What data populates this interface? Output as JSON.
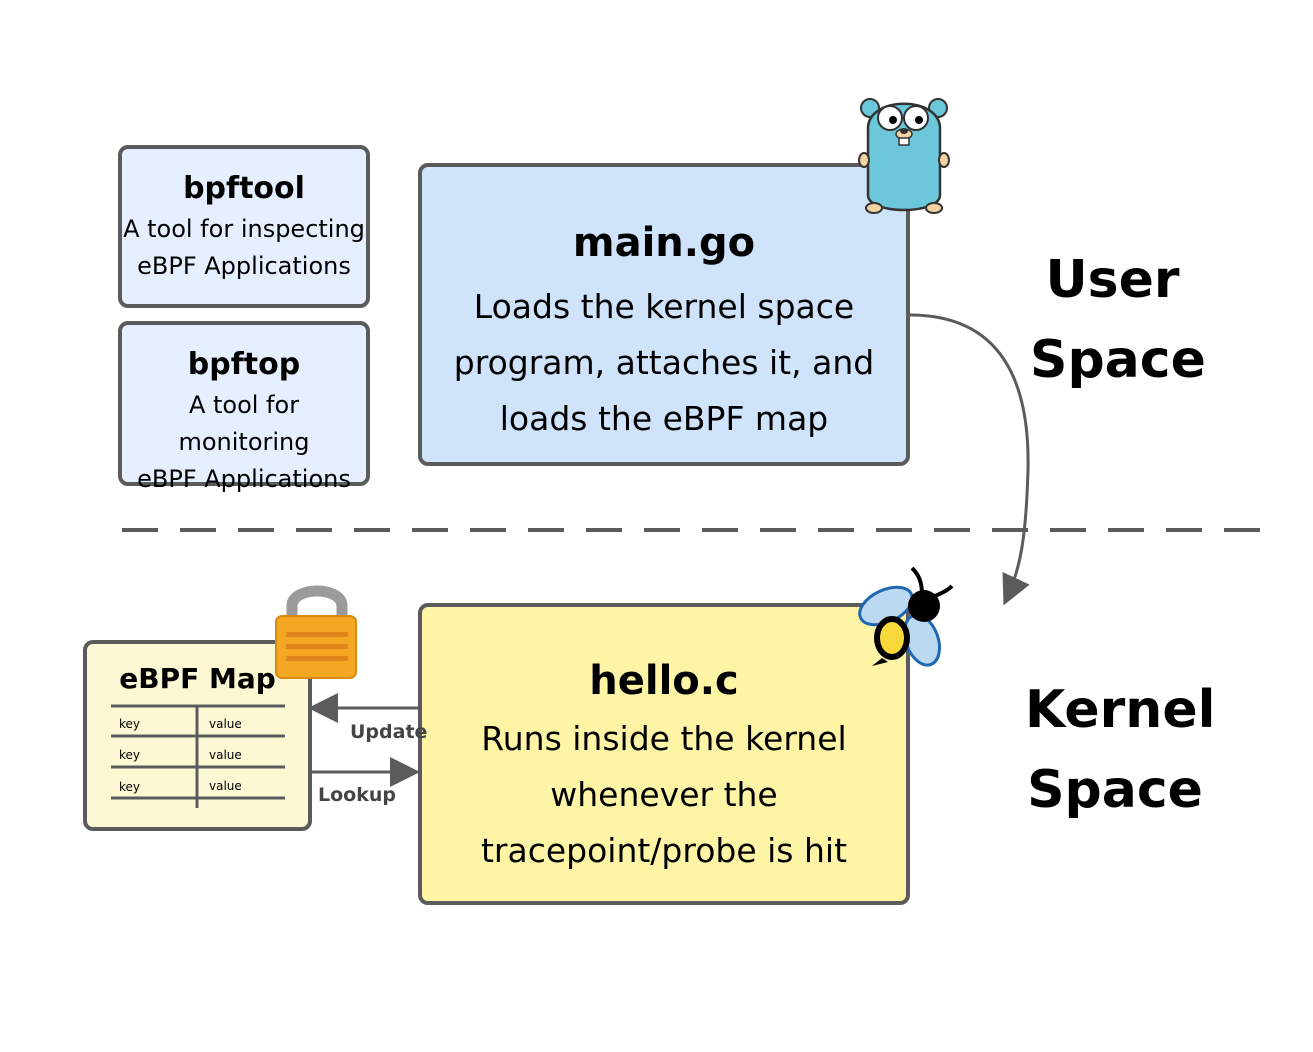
{
  "tools": [
    {
      "title": "bpftool",
      "line1": "A tool for inspecting",
      "line2": "eBPF Applications"
    },
    {
      "title": "bpftop",
      "line1": "A tool for monitoring",
      "line2": "eBPF Applications"
    }
  ],
  "main": {
    "title": "main.go",
    "line1": "Loads the kernel space",
    "line2": "program, attaches it, and",
    "line3": "loads the eBPF map"
  },
  "hello": {
    "title": "hello.c",
    "line1": "Runs inside the kernel",
    "line2": "whenever the",
    "line3": "tracepoint/probe is hit"
  },
  "spaces": {
    "user1": "User",
    "user2": "Space",
    "kernel1": "Kernel",
    "kernel2": "Space"
  },
  "map": {
    "title": "eBPF Map",
    "rows": [
      {
        "key": "key",
        "value": "value"
      },
      {
        "key": "key",
        "value": "value"
      },
      {
        "key": "key",
        "value": "value"
      }
    ]
  },
  "arrows": {
    "update": "Update",
    "lookup": "Lookup"
  },
  "icons": [
    "gopher-icon",
    "bee-icon",
    "padlock-icon"
  ]
}
